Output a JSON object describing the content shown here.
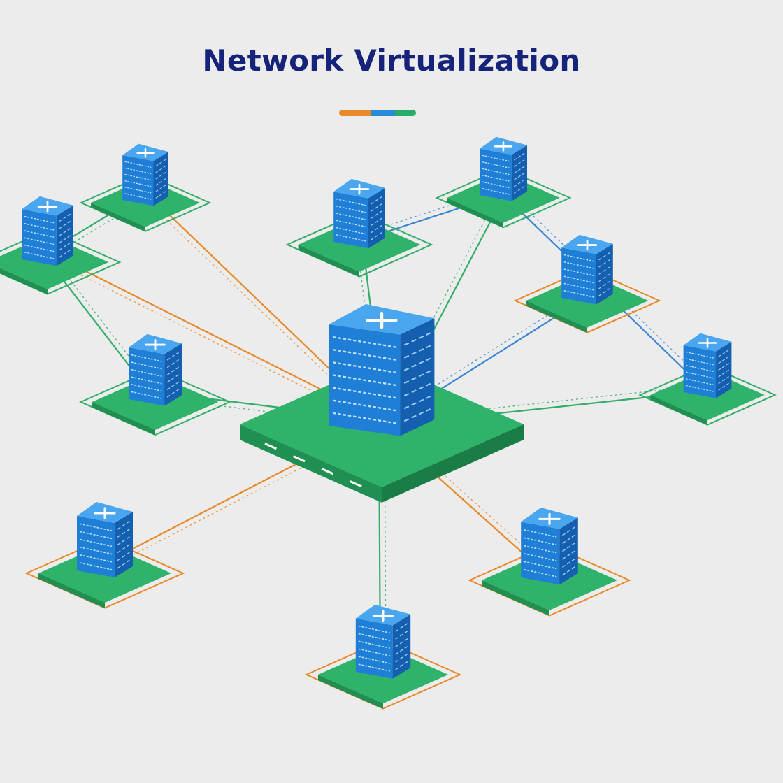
{
  "title": "Network Virtualization",
  "colors": {
    "title": "#15237a",
    "background": "#ececec",
    "accent_orange": "#e8892b",
    "accent_blue": "#2b8ad6",
    "accent_green": "#27ad6a",
    "server_front": "#1f7fd6",
    "server_side": "#155fb0",
    "server_top": "#4aa6ee",
    "pad_green": "#2fb36b",
    "pad_green_dark": "#1f8f52",
    "link_orange": "#e8892b",
    "link_green": "#33ad68",
    "link_blue": "#3b86d1"
  },
  "nodes": [
    {
      "id": "hub",
      "icon": "server-rack-icon",
      "role": "central"
    },
    {
      "id": "top-left",
      "icon": "server-rack-icon"
    },
    {
      "id": "upper-left",
      "icon": "server-rack-icon"
    },
    {
      "id": "top-center",
      "icon": "server-rack-icon"
    },
    {
      "id": "top-right",
      "icon": "server-rack-icon"
    },
    {
      "id": "mid-right",
      "icon": "server-rack-icon"
    },
    {
      "id": "far-right",
      "icon": "server-rack-icon"
    },
    {
      "id": "mid-left",
      "icon": "server-rack-icon"
    },
    {
      "id": "bottom-left",
      "icon": "server-rack-icon"
    },
    {
      "id": "bottom-center",
      "icon": "server-rack-icon"
    },
    {
      "id": "bottom-right",
      "icon": "server-rack-icon"
    }
  ],
  "links": [
    {
      "from": "hub",
      "to": "top-left",
      "color": "orange"
    },
    {
      "from": "hub",
      "to": "upper-left",
      "color": "orange"
    },
    {
      "from": "hub",
      "to": "top-center",
      "color": "green"
    },
    {
      "from": "hub",
      "to": "top-right",
      "color": "green"
    },
    {
      "from": "hub",
      "to": "mid-right",
      "color": "blue"
    },
    {
      "from": "hub",
      "to": "far-right",
      "color": "green"
    },
    {
      "from": "hub",
      "to": "mid-left",
      "color": "green"
    },
    {
      "from": "hub",
      "to": "bottom-left",
      "color": "orange"
    },
    {
      "from": "hub",
      "to": "bottom-center",
      "color": "green"
    },
    {
      "from": "hub",
      "to": "bottom-right",
      "color": "orange"
    },
    {
      "from": "upper-left",
      "to": "mid-left",
      "color": "green"
    },
    {
      "from": "top-left",
      "to": "upper-left",
      "color": "green"
    },
    {
      "from": "top-center",
      "to": "top-right",
      "color": "blue"
    },
    {
      "from": "top-right",
      "to": "far-right",
      "color": "blue"
    }
  ]
}
